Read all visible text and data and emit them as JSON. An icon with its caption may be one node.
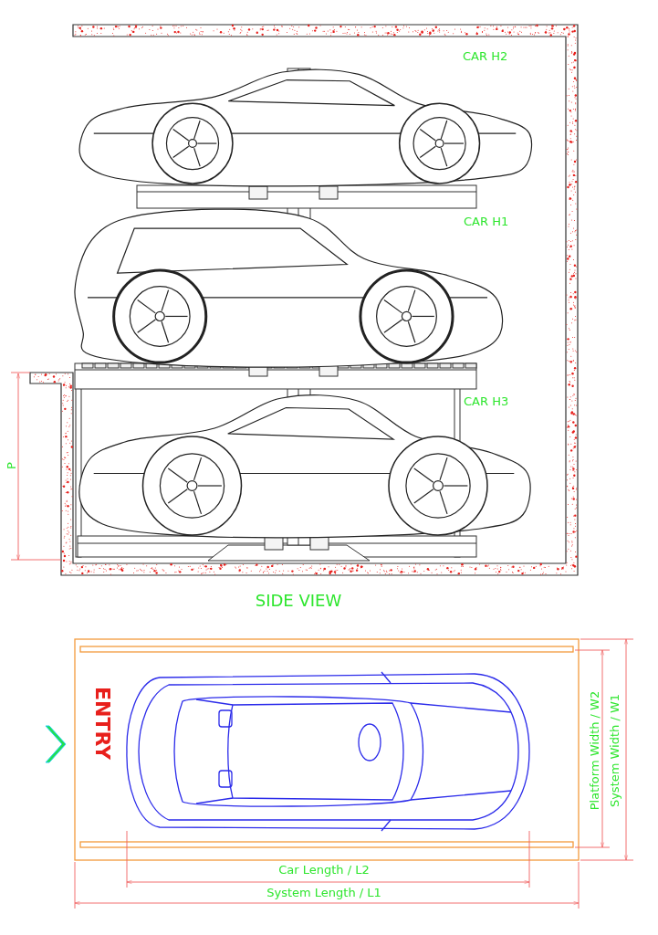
{
  "diagram": {
    "labels": [
      "CAR H2",
      "CAR H1",
      "CAR H3",
      "P",
      "SIDE VIEW",
      "ENTRY",
      "Platform Width / W2",
      "System Width / W1",
      "Car Length / L2",
      "System Length / L1"
    ]
  }
}
